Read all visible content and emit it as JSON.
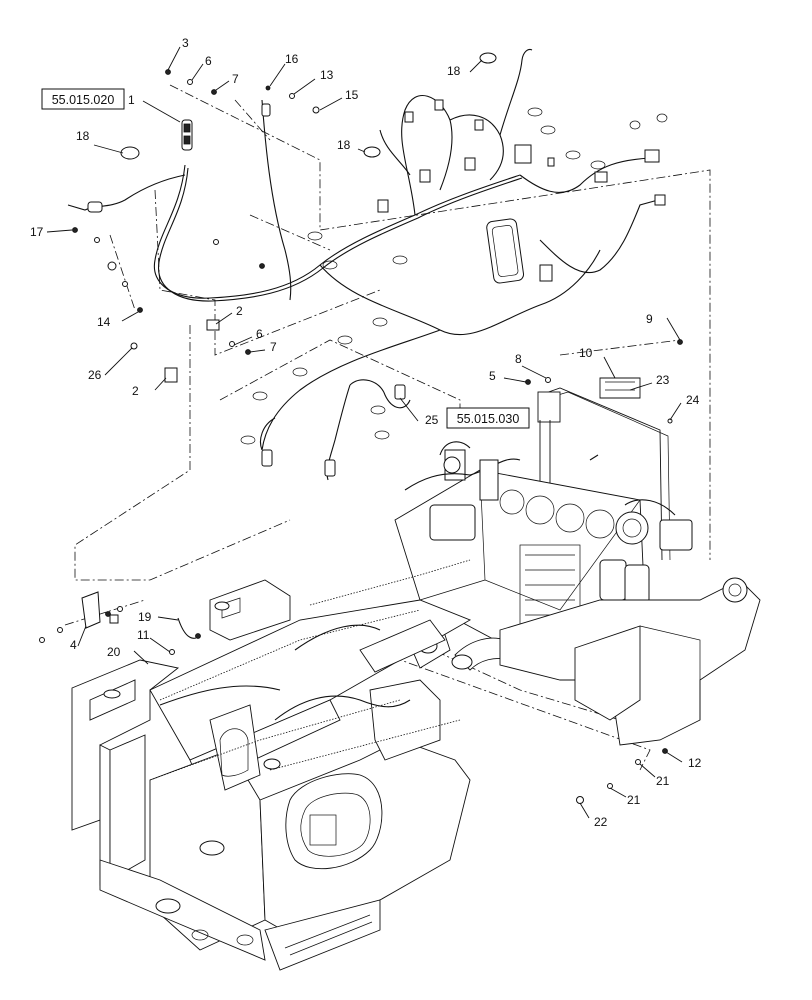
{
  "reference_boxes": [
    {
      "id": "ref-55-015-020",
      "text": "55.015.020"
    },
    {
      "id": "ref-55-015-030",
      "text": "55.015.030"
    }
  ],
  "callouts": [
    {
      "key": "c3",
      "label": "3"
    },
    {
      "key": "c6a",
      "label": "6"
    },
    {
      "key": "c7a",
      "label": "7"
    },
    {
      "key": "c16",
      "label": "16"
    },
    {
      "key": "c13",
      "label": "13"
    },
    {
      "key": "c15",
      "label": "15"
    },
    {
      "key": "c18a",
      "label": "18"
    },
    {
      "key": "c1",
      "label": "1"
    },
    {
      "key": "c18b",
      "label": "18"
    },
    {
      "key": "c18c",
      "label": "18"
    },
    {
      "key": "c17",
      "label": "17"
    },
    {
      "key": "c14",
      "label": "14"
    },
    {
      "key": "c2a",
      "label": "2"
    },
    {
      "key": "c6b",
      "label": "6"
    },
    {
      "key": "c7b",
      "label": "7"
    },
    {
      "key": "c26",
      "label": "26"
    },
    {
      "key": "c2b",
      "label": "2"
    },
    {
      "key": "c9",
      "label": "9"
    },
    {
      "key": "c10",
      "label": "10"
    },
    {
      "key": "c8",
      "label": "8"
    },
    {
      "key": "c5",
      "label": "5"
    },
    {
      "key": "c23",
      "label": "23"
    },
    {
      "key": "c24",
      "label": "24"
    },
    {
      "key": "c25",
      "label": "25"
    },
    {
      "key": "c19",
      "label": "19"
    },
    {
      "key": "c4",
      "label": "4"
    },
    {
      "key": "c11",
      "label": "11"
    },
    {
      "key": "c20",
      "label": "20"
    },
    {
      "key": "c12",
      "label": "12"
    },
    {
      "key": "c21a",
      "label": "21"
    },
    {
      "key": "c21b",
      "label": "21"
    },
    {
      "key": "c22",
      "label": "22"
    }
  ]
}
